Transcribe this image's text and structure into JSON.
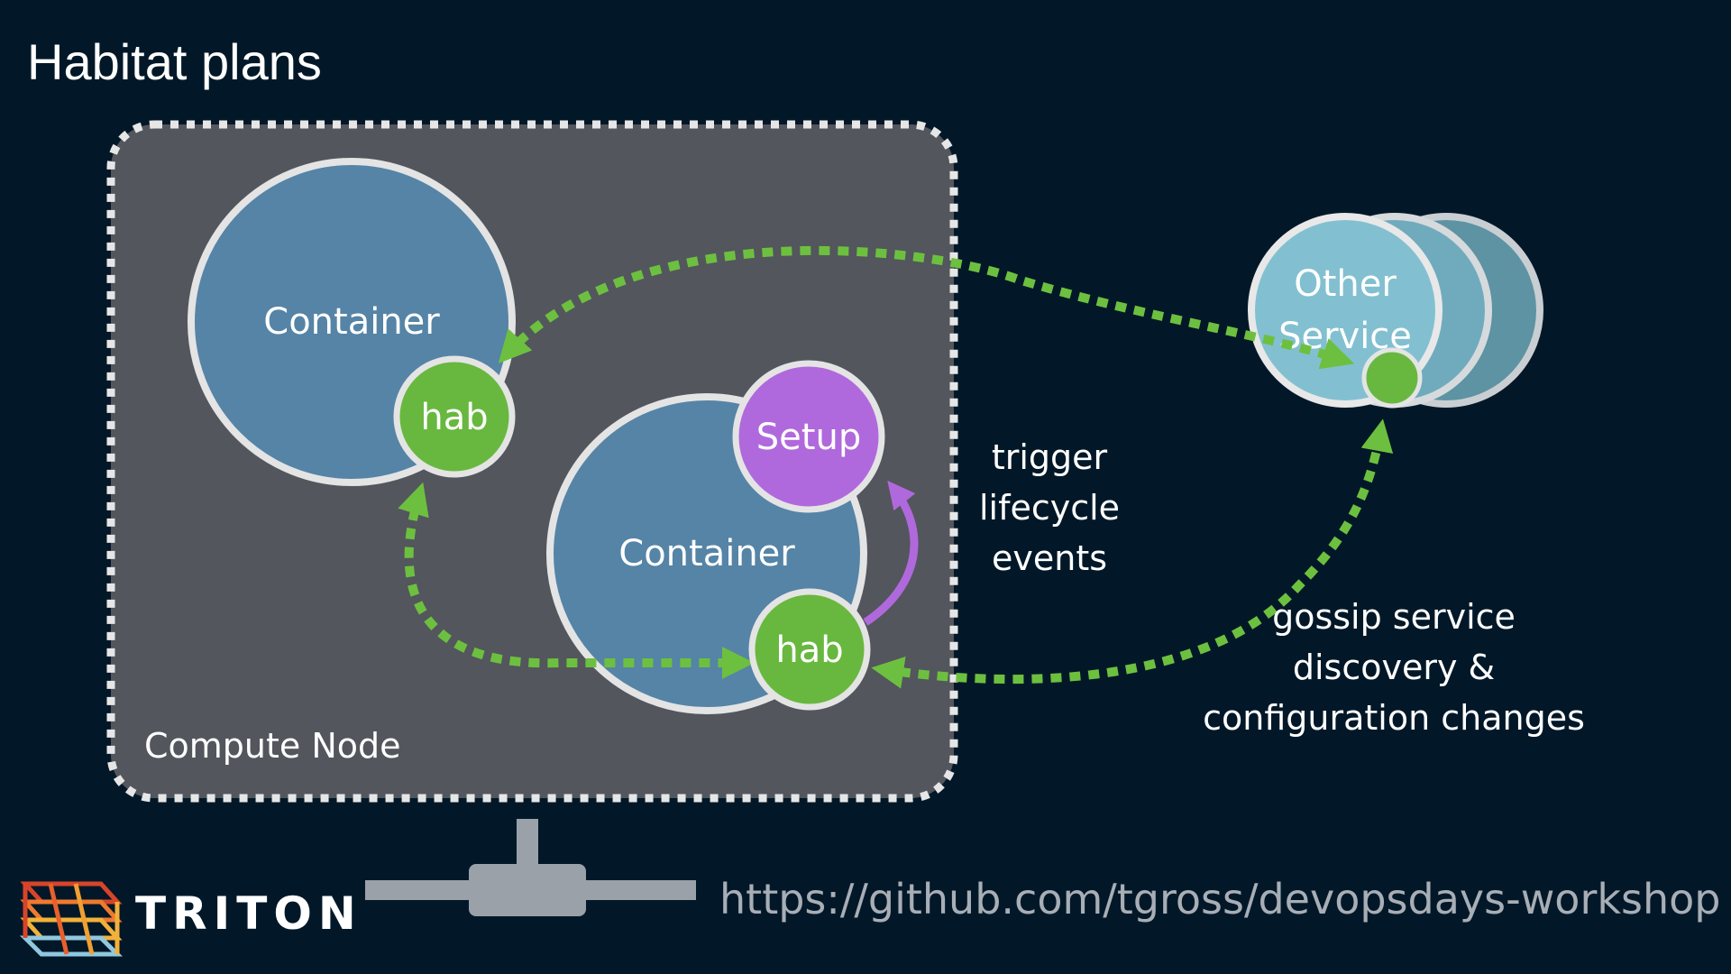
{
  "slide": {
    "title": "Habitat plans",
    "url": "https://github.com/tgross/devopsdays-workshop",
    "brand": "TRITON"
  },
  "diagram": {
    "compute_node_label": "Compute Node",
    "container_top_label": "Container",
    "container_bottom_label": "Container",
    "hab_top_label": "hab",
    "hab_bottom_label": "hab",
    "setup_label": "Setup",
    "other_service_label_line1": "Other",
    "other_service_label_line2": "Service",
    "lifecycle_text": [
      "trigger",
      "lifecycle",
      "events"
    ],
    "gossip_text": [
      "gossip service",
      "discovery &",
      "configuration changes"
    ]
  },
  "colors": {
    "background": "#021828",
    "compute_node_fill": "#53565d",
    "container_fill": "#5584a6",
    "hab_green": "#68b83f",
    "arrow_green": "#6dc03f",
    "setup_purple": "#b069dc",
    "other_service_fill": "#82c0d1",
    "url_gray": "#a8aeb6"
  }
}
